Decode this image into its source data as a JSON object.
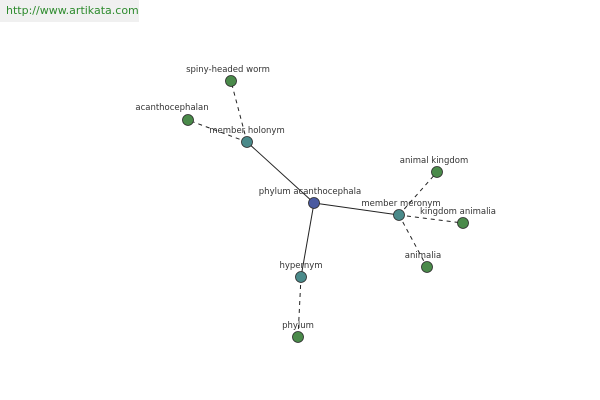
{
  "watermark": "http://www.artikata.com",
  "colors": {
    "center_node": "#4a5aa0",
    "relation_node": "#4a8a8a",
    "word_node": "#4a8a4a",
    "watermark_text": "#2e8b2e"
  },
  "graph": {
    "nodes": [
      {
        "id": "center",
        "label": "phylum acanthocephala",
        "kind": "center"
      },
      {
        "id": "member-holonym",
        "label": "member holonym",
        "kind": "relation"
      },
      {
        "id": "member-meronym",
        "label": "member meronym",
        "kind": "relation"
      },
      {
        "id": "hypernym",
        "label": "hypernym",
        "kind": "relation"
      },
      {
        "id": "spiny-headed-worm",
        "label": "spiny-headed worm",
        "kind": "word"
      },
      {
        "id": "acanthocephalan",
        "label": "acanthocephalan",
        "kind": "word"
      },
      {
        "id": "animal-kingdom",
        "label": "animal kingdom",
        "kind": "word"
      },
      {
        "id": "kingdom-animalia",
        "label": "kingdom animalia",
        "kind": "word"
      },
      {
        "id": "animalia",
        "label": "animalia",
        "kind": "word"
      },
      {
        "id": "phylum",
        "label": "phylum",
        "kind": "word"
      }
    ],
    "edges": [
      {
        "from": "center",
        "to": "member-holonym",
        "style": "solid"
      },
      {
        "from": "center",
        "to": "member-meronym",
        "style": "solid"
      },
      {
        "from": "center",
        "to": "hypernym",
        "style": "solid"
      },
      {
        "from": "member-holonym",
        "to": "spiny-headed-worm",
        "style": "dashed"
      },
      {
        "from": "member-holonym",
        "to": "acanthocephalan",
        "style": "dashed"
      },
      {
        "from": "member-meronym",
        "to": "animal-kingdom",
        "style": "dashed"
      },
      {
        "from": "member-meronym",
        "to": "kingdom-animalia",
        "style": "dashed"
      },
      {
        "from": "member-meronym",
        "to": "animalia",
        "style": "dashed"
      },
      {
        "from": "hypernym",
        "to": "phylum",
        "style": "dashed"
      }
    ]
  }
}
